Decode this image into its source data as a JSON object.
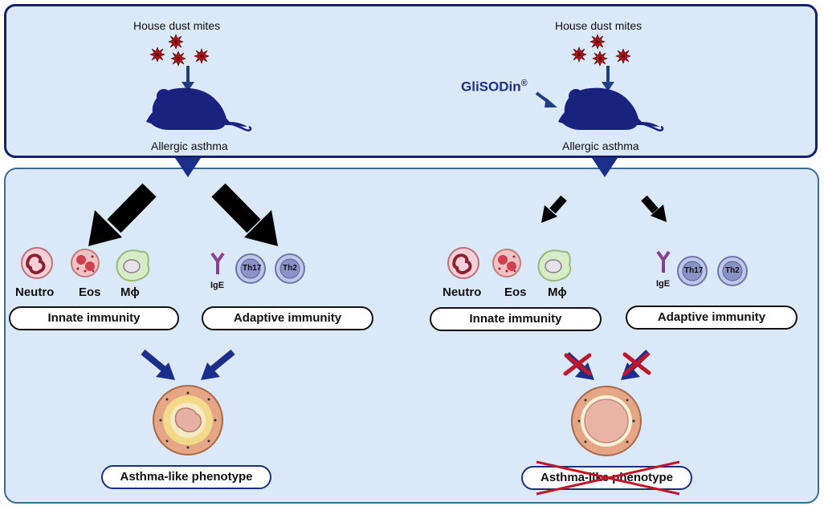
{
  "left": {
    "trigger": "House dust mites",
    "condition": "Allergic asthma",
    "cells": {
      "neutro": "Neutro",
      "eos": "Eos",
      "macrophage": "Mϕ",
      "ige": "IgE",
      "th17": "Th17",
      "th2": "Th2"
    },
    "innate": "Innate immunity",
    "adaptive": "Adaptive immunity",
    "outcome": "Asthma-like phenotype"
  },
  "right": {
    "trigger": "House dust mites",
    "treatment": "GliSODin",
    "treatment_mark": "®",
    "condition": "Allergic asthma",
    "cells": {
      "neutro": "Neutro",
      "eos": "Eos",
      "macrophage": "Mϕ",
      "ige": "IgE",
      "th17": "Th17",
      "th2": "Th2"
    },
    "innate": "Innate immunity",
    "adaptive": "Adaptive immunity",
    "outcome": "Asthma-like phenotype"
  },
  "colors": {
    "panel_fill": "#dbe8f8",
    "top_border": "#15206b",
    "mouse": "#1a2280",
    "arrow_blue": "#1b2f8a",
    "cross_red": "#c0152a",
    "mite": "#b0121a"
  }
}
